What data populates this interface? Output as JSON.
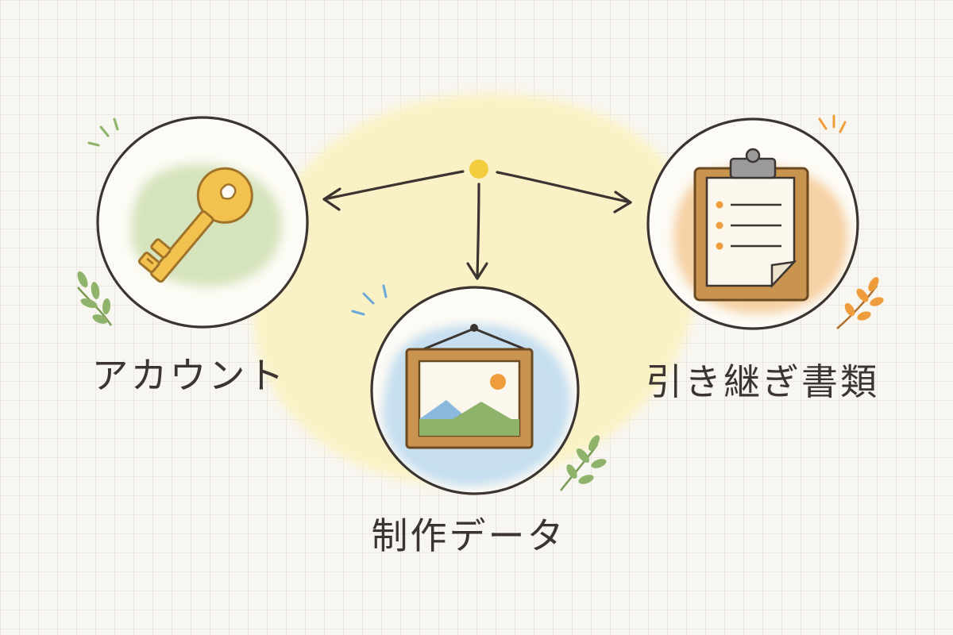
{
  "nodes": [
    {
      "label": "アカウント",
      "icon": "key-icon",
      "tint": "#cfe0b4"
    },
    {
      "label": "制作データ",
      "icon": "framed-picture-icon",
      "tint": "#bcd9ee"
    },
    {
      "label": "引き継ぎ書類",
      "icon": "clipboard-icon",
      "tint": "#f4c995"
    }
  ],
  "colors": {
    "ink": "#3b3430",
    "hub": "#f3cd3c",
    "center_blob": "#fbf2c4",
    "key_gold": "#f2c14e",
    "frame_wood": "#c99350",
    "leaf": "#8fb36a",
    "accent_orange": "#ef9d3c",
    "accent_blue": "#6aa9d8"
  }
}
